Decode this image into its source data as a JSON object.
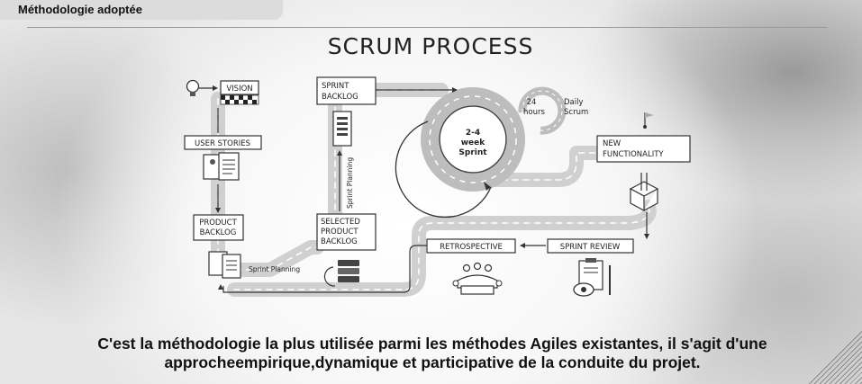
{
  "header": {
    "title": "Méthodologie adoptée"
  },
  "diagram": {
    "title": "SCRUM PROCESS",
    "vision": "VISION",
    "user_stories": "USER STORIES",
    "product_backlog_lines": [
      "PRODUCT",
      "BACKLOG"
    ],
    "sprint_planning_1": "Sprint Planning",
    "sprint_planning_2": "Sprint Planning",
    "selected_backlog_lines": [
      "SELECTED",
      "PRODUCT",
      "BACKLOG"
    ],
    "sprint_backlog_lines": [
      "SPRINT",
      "BACKLOG"
    ],
    "sprint_center_lines": [
      "2-4",
      "week",
      "Sprint"
    ],
    "hours_lines": [
      "24",
      "hours"
    ],
    "daily_scrum_lines": [
      "Daily",
      "Scrum"
    ],
    "new_functionality_lines": [
      "NEW",
      "FUNCTIONALITY"
    ],
    "sprint_review": "SPRINT REVIEW",
    "retrospective": "RETROSPECTIVE"
  },
  "caption": {
    "line1": "C'est la méthodologie la plus utilisée parmi les méthodes Agiles existantes, il s'agit d'une",
    "line2": "approcheempirique,dynamique et participative de la conduite du projet."
  }
}
